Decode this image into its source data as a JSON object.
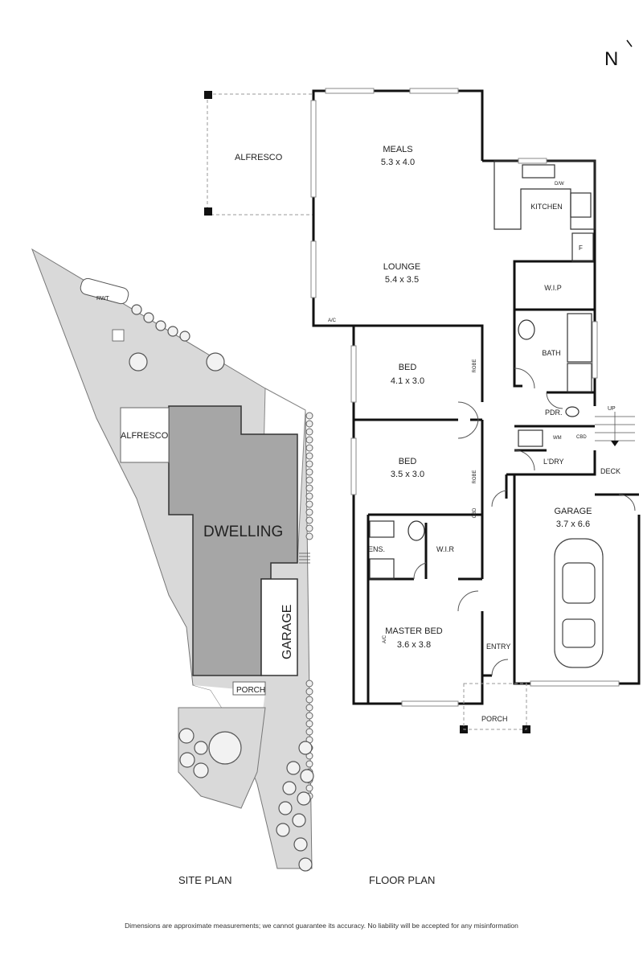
{
  "north_label": "N",
  "site_plan": {
    "title": "SITE PLAN",
    "labels": {
      "rwt": "RWT",
      "alfresco": "ALFRESCO",
      "dwelling": "DWELLING",
      "garage": "GARAGE",
      "porch": "PORCH"
    }
  },
  "floor_plan": {
    "title": "FLOOR PLAN",
    "rooms": {
      "alfresco": "ALFRESCO",
      "meals_name": "MEALS",
      "meals_size": "5.3 x 4.0",
      "lounge_name": "LOUNGE",
      "lounge_size": "5.4 x 3.5",
      "kitchen": "KITCHEN",
      "dw": "D/W",
      "fridge": "F",
      "wip": "W.I.P",
      "ac_lounge": "A/C",
      "bath": "BATH",
      "bed1_name": "BED",
      "bed1_size": "4.1 x 3.0",
      "robe1": "ROBE",
      "bed2_name": "BED",
      "bed2_size": "3.5 x 3.0",
      "robe2": "ROBE",
      "cbd_bed": "CBD",
      "pdr": "PDR.",
      "up": "UP",
      "wm": "WM",
      "cbd_laundry": "CBD",
      "laundry": "L'DRY",
      "deck": "DECK",
      "garage_name": "GARAGE",
      "garage_size": "3.7 x 6.6",
      "ens": "ENS.",
      "wir": "W.I.R",
      "master_name": "MASTER BED",
      "master_size": "3.6 x 3.8",
      "ac_master": "A/C",
      "entry": "ENTRY",
      "porch": "PORCH"
    }
  },
  "disclaimer": "Dimensions are approximate measurements; we cannot guarantee its accuracy. No liability will be accepted for any misinformation"
}
